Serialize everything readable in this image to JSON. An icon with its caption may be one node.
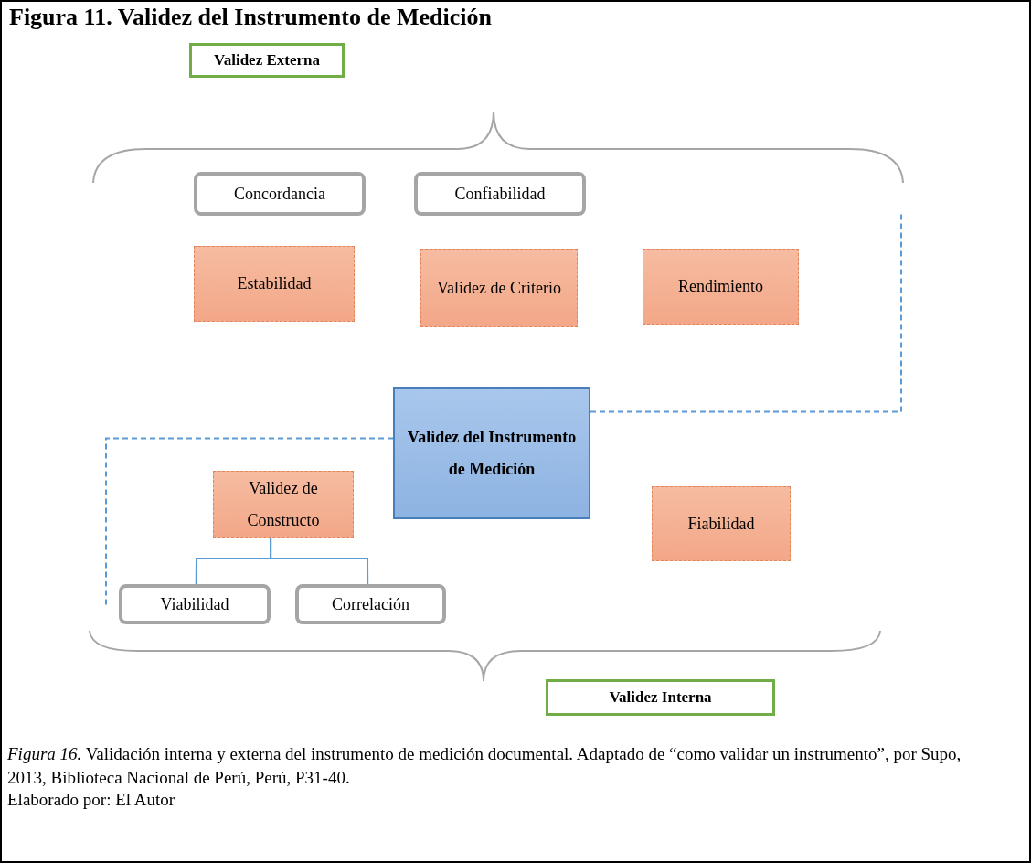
{
  "diagram": {
    "title": "Figura 11. Validez del Instrumento de Medición",
    "caption": "*Figura 16.* Validación interna y externa del instrumento de medición documental. Adaptado de “como validar un instrumento”, por Supo, 2013, Biblioteca Nacional de Perú, Perú, P31-40.",
    "nodes": [
      {
        "text": [
          "Validez Externa"
        ]
      },
      {
        "text": [
          "Concordancia"
        ]
      },
      {
        "text": [
          "Confiabilidad"
        ]
      },
      {
        "text": [
          "Estabilidad"
        ]
      },
      {
        "text": [
          "Validez de Criterio"
        ]
      },
      {
        "text": [
          "Rendimiento"
        ]
      },
      {
        "text": [
          "Validez del Instrumento de Medición"
        ]
      },
      {
        "text": [
          "Validez de Constructo"
        ]
      },
      {
        "text": [
          "Fiabilidad"
        ]
      },
      {
        "text": [
          "Viabilidad"
        ]
      },
      {
        "text": [
          "Correlación"
        ]
      },
      {
        "text": [
          "Validez Interna"
        ]
      }
    ],
    "edges": [
      {
        "from": 6,
        "to": null,
        "arrow": "none",
        "style": "dashed"
      },
      {
        "from": 6,
        "to": null,
        "arrow": "none",
        "style": "dashed"
      },
      {
        "from": 7,
        "to": 9,
        "arrow": "none"
      },
      {
        "from": 7,
        "to": 10,
        "arrow": "none"
      }
    ],
    "labels": [
      "Elaborado por: El Autor"
    ]
  }
}
